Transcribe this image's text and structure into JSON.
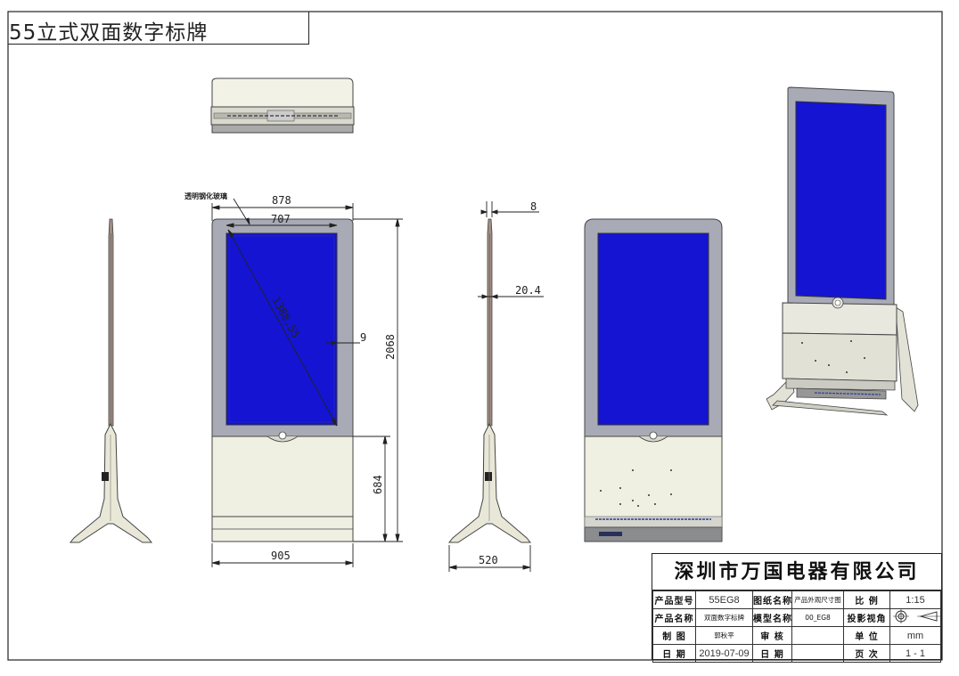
{
  "sheet": {
    "title": "55立式双面数字标牌"
  },
  "annotations": {
    "glass_note": "透明钢化玻璃",
    "dim_878": "878",
    "dim_707": "707",
    "dim_diag": "1388.55",
    "dim_9": "9",
    "dim_2068": "2068",
    "dim_684": "684",
    "dim_905": "905",
    "dim_8": "8",
    "dim_20_4": "20.4",
    "dim_520": "520"
  },
  "title_block": {
    "company": "深圳市万国电器有限公司",
    "rows": [
      {
        "k1": "产品型号",
        "v1": "55EG8",
        "k2": "图纸名称",
        "v2": "产品外观尺寸图",
        "k3": "比 例",
        "v3": "1:15"
      },
      {
        "k1": "产品名称",
        "v1": "双面数字标牌",
        "k2": "模型名称",
        "v2": "00_EG8",
        "k3": "投影视角",
        "v3": ""
      },
      {
        "k1": "制 图",
        "v1": "郭秋平",
        "k2": "审 核",
        "v2": "",
        "k3": "单 位",
        "v3": "mm"
      },
      {
        "k1": "日 期",
        "v1": "2019-07-09",
        "k2": "日 期",
        "v2": "",
        "k3": "页 次",
        "v3": "1 - 1"
      }
    ]
  },
  "colors": {
    "screen": "#1414d2",
    "frame": "#a8abb5",
    "base": "#efefe2",
    "line": "#222222"
  }
}
